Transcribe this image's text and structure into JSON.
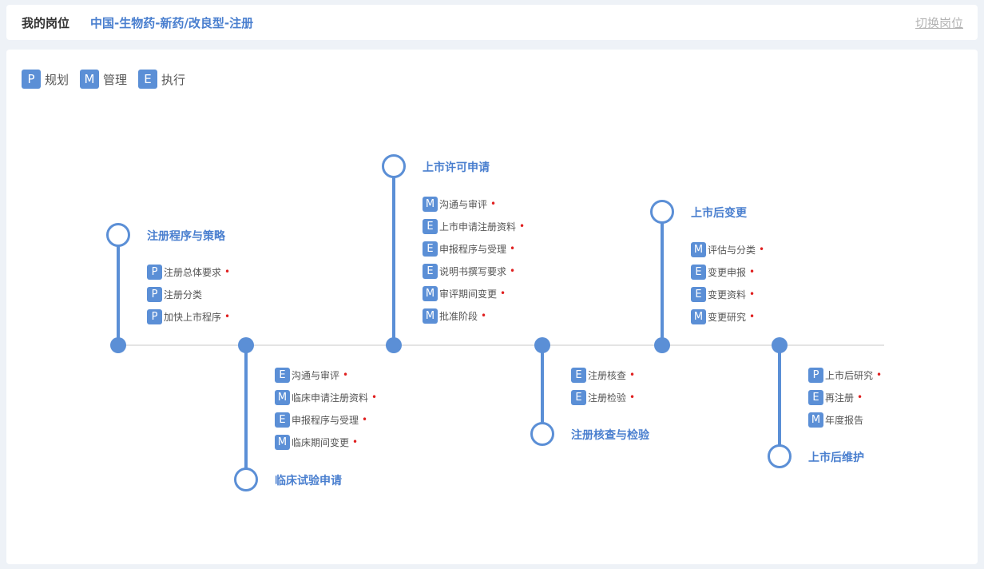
{
  "header": {
    "my_post_label": "我的岗位",
    "post_path": "中国-生物药-新药/改良型-注册",
    "switch_label": "切换岗位"
  },
  "legend": [
    {
      "letter": "P",
      "label": "规划"
    },
    {
      "letter": "M",
      "label": "管理"
    },
    {
      "letter": "E",
      "label": "执行"
    }
  ],
  "stages": [
    {
      "title": "注册程序与策略",
      "items": [
        {
          "letter": "P",
          "label": "注册总体要求",
          "marked": true
        },
        {
          "letter": "P",
          "label": "注册分类",
          "marked": false
        },
        {
          "letter": "P",
          "label": "加快上市程序",
          "marked": true
        }
      ]
    },
    {
      "title": "临床试验申请",
      "items": [
        {
          "letter": "E",
          "label": "沟通与审评",
          "marked": true
        },
        {
          "letter": "M",
          "label": "临床申请注册资料",
          "marked": true
        },
        {
          "letter": "E",
          "label": "申报程序与受理",
          "marked": true
        },
        {
          "letter": "M",
          "label": "临床期间变更",
          "marked": true
        }
      ]
    },
    {
      "title": "上市许可申请",
      "items": [
        {
          "letter": "M",
          "label": "沟通与审评",
          "marked": true
        },
        {
          "letter": "E",
          "label": "上市申请注册资料",
          "marked": true
        },
        {
          "letter": "E",
          "label": "申报程序与受理",
          "marked": true
        },
        {
          "letter": "E",
          "label": "说明书撰写要求",
          "marked": true
        },
        {
          "letter": "M",
          "label": "审评期间变更",
          "marked": true
        },
        {
          "letter": "M",
          "label": "批准阶段",
          "marked": true
        }
      ]
    },
    {
      "title": "注册核查与检验",
      "items": [
        {
          "letter": "E",
          "label": "注册核查",
          "marked": true
        },
        {
          "letter": "E",
          "label": "注册检验",
          "marked": true
        }
      ]
    },
    {
      "title": "上市后变更",
      "items": [
        {
          "letter": "M",
          "label": "评估与分类",
          "marked": true
        },
        {
          "letter": "E",
          "label": "变更申报",
          "marked": true
        },
        {
          "letter": "E",
          "label": "变更资料",
          "marked": true
        },
        {
          "letter": "M",
          "label": "变更研究",
          "marked": true
        }
      ]
    },
    {
      "title": "上市后维护",
      "items": [
        {
          "letter": "P",
          "label": "上市后研究",
          "marked": true
        },
        {
          "letter": "E",
          "label": "再注册",
          "marked": true
        },
        {
          "letter": "M",
          "label": "年度报告",
          "marked": false
        }
      ]
    }
  ],
  "colors": {
    "accent": "#5b8fd6",
    "title": "#4a7fcf",
    "mark": "#e02020"
  }
}
